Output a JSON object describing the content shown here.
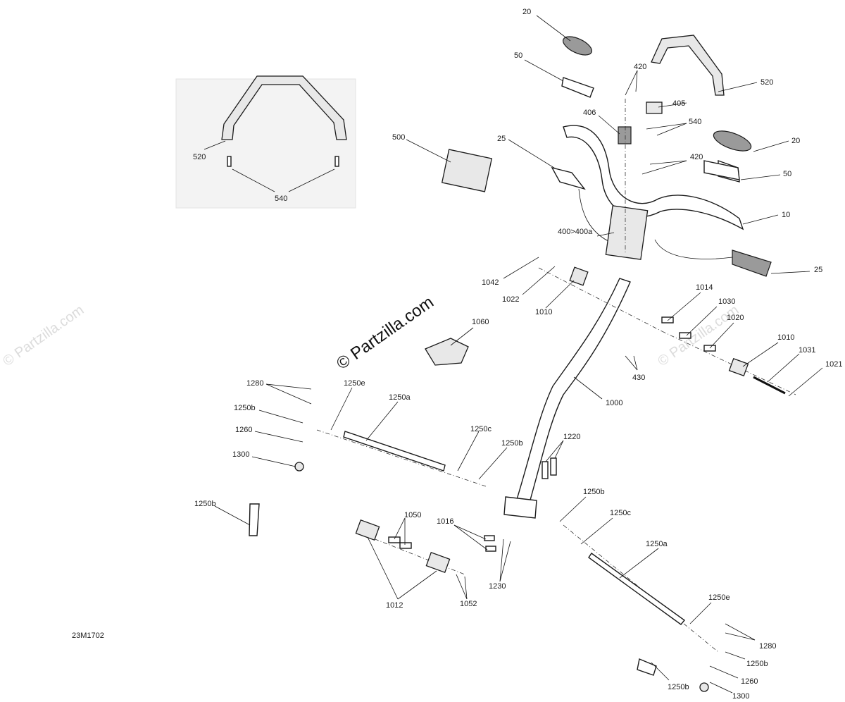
{
  "diagram_code": "23M1702",
  "watermark": {
    "main": "© Partzilla.com",
    "faint": "© Partzilla.com"
  },
  "callouts": [
    {
      "id": "c20a",
      "text": "20"
    },
    {
      "id": "c50a",
      "text": "50"
    },
    {
      "id": "c420a",
      "text": "420"
    },
    {
      "id": "c520a",
      "text": "520"
    },
    {
      "id": "c405",
      "text": "405"
    },
    {
      "id": "c406",
      "text": "406"
    },
    {
      "id": "c540a",
      "text": "540"
    },
    {
      "id": "c20b",
      "text": "20"
    },
    {
      "id": "c500",
      "text": "500"
    },
    {
      "id": "c25a",
      "text": "25"
    },
    {
      "id": "c420b",
      "text": "420"
    },
    {
      "id": "c50b",
      "text": "50"
    },
    {
      "id": "c10",
      "text": "10"
    },
    {
      "id": "c400",
      "text": "400>400a"
    },
    {
      "id": "c25b",
      "text": "25"
    },
    {
      "id": "c1042",
      "text": "1042"
    },
    {
      "id": "c1022",
      "text": "1022"
    },
    {
      "id": "c1010a",
      "text": "1010"
    },
    {
      "id": "c1014",
      "text": "1014"
    },
    {
      "id": "c1030",
      "text": "1030"
    },
    {
      "id": "c1020",
      "text": "1020"
    },
    {
      "id": "c1010b",
      "text": "1010"
    },
    {
      "id": "c1031",
      "text": "1031"
    },
    {
      "id": "c1021",
      "text": "1021"
    },
    {
      "id": "c430",
      "text": "430"
    },
    {
      "id": "c1060",
      "text": "1060"
    },
    {
      "id": "c1000",
      "text": "1000"
    },
    {
      "id": "c1280a",
      "text": "1280"
    },
    {
      "id": "c1250e_a",
      "text": "1250e"
    },
    {
      "id": "c1250a_a",
      "text": "1250a"
    },
    {
      "id": "c1250b_a",
      "text": "1250b"
    },
    {
      "id": "c1260a",
      "text": "1260"
    },
    {
      "id": "c1300a",
      "text": "1300"
    },
    {
      "id": "c1250c_a",
      "text": "1250c"
    },
    {
      "id": "c1250b_b",
      "text": "1250b"
    },
    {
      "id": "c1220",
      "text": "1220"
    },
    {
      "id": "c1250b_c",
      "text": "1250b"
    },
    {
      "id": "c1050",
      "text": "1050"
    },
    {
      "id": "c1016",
      "text": "1016"
    },
    {
      "id": "c1012",
      "text": "1012"
    },
    {
      "id": "c1052",
      "text": "1052"
    },
    {
      "id": "c1230",
      "text": "1230"
    },
    {
      "id": "c1250b_d",
      "text": "1250b"
    },
    {
      "id": "c1250c_b",
      "text": "1250c"
    },
    {
      "id": "c1250a_b",
      "text": "1250a"
    },
    {
      "id": "c1250e_b",
      "text": "1250e"
    },
    {
      "id": "c1280b",
      "text": "1280"
    },
    {
      "id": "c1250b_e",
      "text": "1250b"
    },
    {
      "id": "c1260b",
      "text": "1260"
    },
    {
      "id": "c1250b_f",
      "text": "1250b"
    },
    {
      "id": "c1300b",
      "text": "1300"
    },
    {
      "id": "c520b",
      "text": "520"
    },
    {
      "id": "c540b",
      "text": "540"
    }
  ]
}
